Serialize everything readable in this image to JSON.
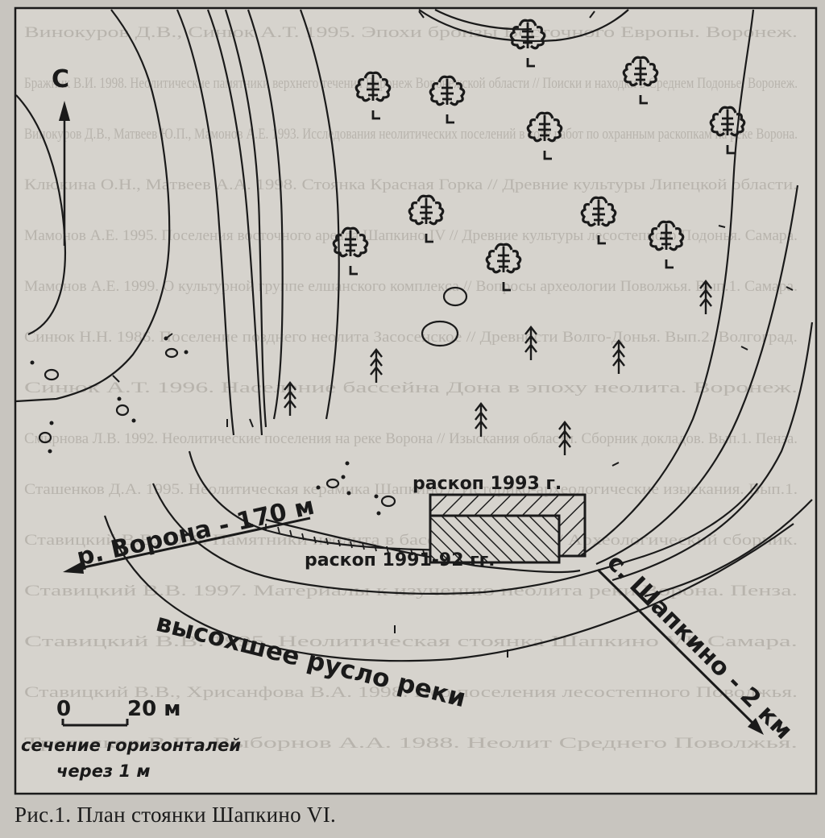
{
  "map": {
    "north_label": "С",
    "river_label": "р. Ворона - 170 м",
    "village_label": "с. Шапкино - 2 км",
    "dry_bed_label": "высохшее русло реки",
    "excavation_1993_label": "раскоп 1993 г.",
    "excavation_1991_label": "раскоп 1991-92 гг.",
    "scale_zero": "0",
    "scale_max": "20 м",
    "contour_note_line1": "сечение горизонталей",
    "contour_note_line2": "через 1 м"
  },
  "caption": "Рис.1. План стоянки Шапкино VI.",
  "background_text_lines": [
    "Винокуров Д.В., Синюк А.Т. 1995. Эпохи бронзы Восточного Европы. Воронеж.",
    "Бражник В.И. 1998. Неолитические памятники верхнего течения Воронеж Воронежской области // Поиски и находки в Среднем Подонье. Воронеж.",
    "Винокуров Д.В., Матвеев Ю.П., Мамонов А.Е. 1993. Исследования неолитических поселений в ходе работ по охранным раскопкам на реке Ворона.",
    "Клюкина О.Н., Матвеев А.А. 1998. Стоянка Красная Горка // Древние культуры Липецкой области.",
    "Мамонов А.Е. 1995. Поселения восточного ареала Шапкино IV // Древние культуры лесостепного Подонья. Самара.",
    "Мамонов А.Е. 1999. О культурной группе елшанского комплекса // Вопросы археологии Поволжья. Вып.1. Самара.",
    "Синюк Н.Н. 1986. Поселение позднего неолита Засосенское // Древности Волго-Донья. Вып.2. Волгоград.",
    "Синюк А.Т. 1996. Население бассейна Дона в эпоху неолита. Воронеж.",
    "Смирнова Л.В. 1992. Неолитические поселения на реке Ворона // Изыскания области. Сборник докладов. Вып.1. Пенза.",
    "Сташенков Д.А. 1995. Неолитическая керамика Шапкино // Историко-археологические изыскания. Вып.1.",
    "Ставицкий В.В. 1998. Памятники неолита в бассейне Вороны // Археологический сборник.",
    "Ставицкий В.В. 1997. Материалы к изучению неолита реки Ворона. Пенза.",
    "Ставицкий В.В. 1995. Неолитическая стоянка Шапкино VI. Самара.",
    "Ставицкий В.В., Хрисанфова В.А. 1998. Нео поселения лесостепного Поволжья.",
    "Третьяков В.П., Выборнов А.А. 1988. Неолит Среднего Поволжья."
  ]
}
